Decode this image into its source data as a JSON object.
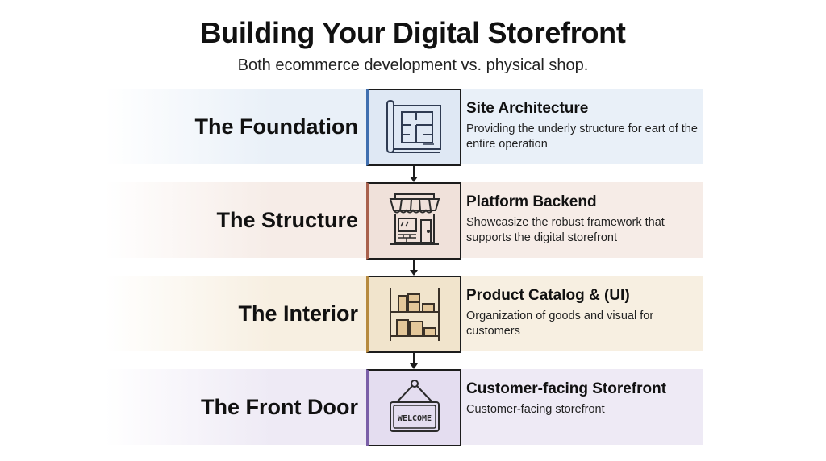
{
  "header": {
    "title": "Building Your Digital Storefront",
    "subtitle": "Both ecommerce development vs. physical shop."
  },
  "stages": [
    {
      "label": "The Foundation",
      "heading": "Site Architecture",
      "description": "Providing the underly structure for eart of the entire operation",
      "icon": "blueprint-icon",
      "accent": "#3f6fb0",
      "band": "#e9f0f8"
    },
    {
      "label": "The Structure",
      "heading": "Platform Backend",
      "description": "Showcasize the robust framework that supports the digital storefront",
      "icon": "storefront-icon",
      "accent": "#a9614d",
      "band": "#f6ece7"
    },
    {
      "label": "The Interior",
      "heading": "Product Catalog & (UI)",
      "description": "Organization of goods and visual for customers",
      "icon": "shelves-icon",
      "accent": "#b78a3e",
      "band": "#f7efe1"
    },
    {
      "label": "The Front Door",
      "heading": "Customer-facing Storefront",
      "description": "Customer-facing storefront",
      "icon": "welcome-sign-icon",
      "accent": "#7a5fa8",
      "band": "#eeeaf5",
      "sign_text": "WELCOME"
    }
  ]
}
